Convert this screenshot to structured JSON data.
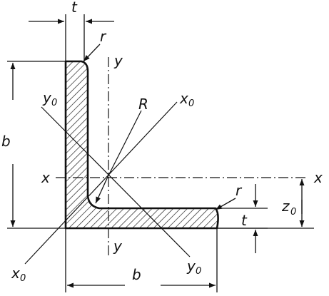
{
  "labels": {
    "t_top": "t",
    "t_right": "t",
    "r_top": "r",
    "r_right": "r",
    "y_top": "y",
    "y_bottom": "y",
    "y0_top_main": "y",
    "y0_top_sub": "0",
    "x0_top_main": "x",
    "x0_top_sub": "0",
    "R": "R",
    "b_left": "b",
    "b_bottom": "b",
    "x_left": "x",
    "x_right": "x",
    "z0_main": "z",
    "z0_sub": "0",
    "x0_bottom_main": "x",
    "x0_bottom_sub": "0",
    "y0_bottom_main": "y",
    "y0_bottom_sub": "0"
  }
}
